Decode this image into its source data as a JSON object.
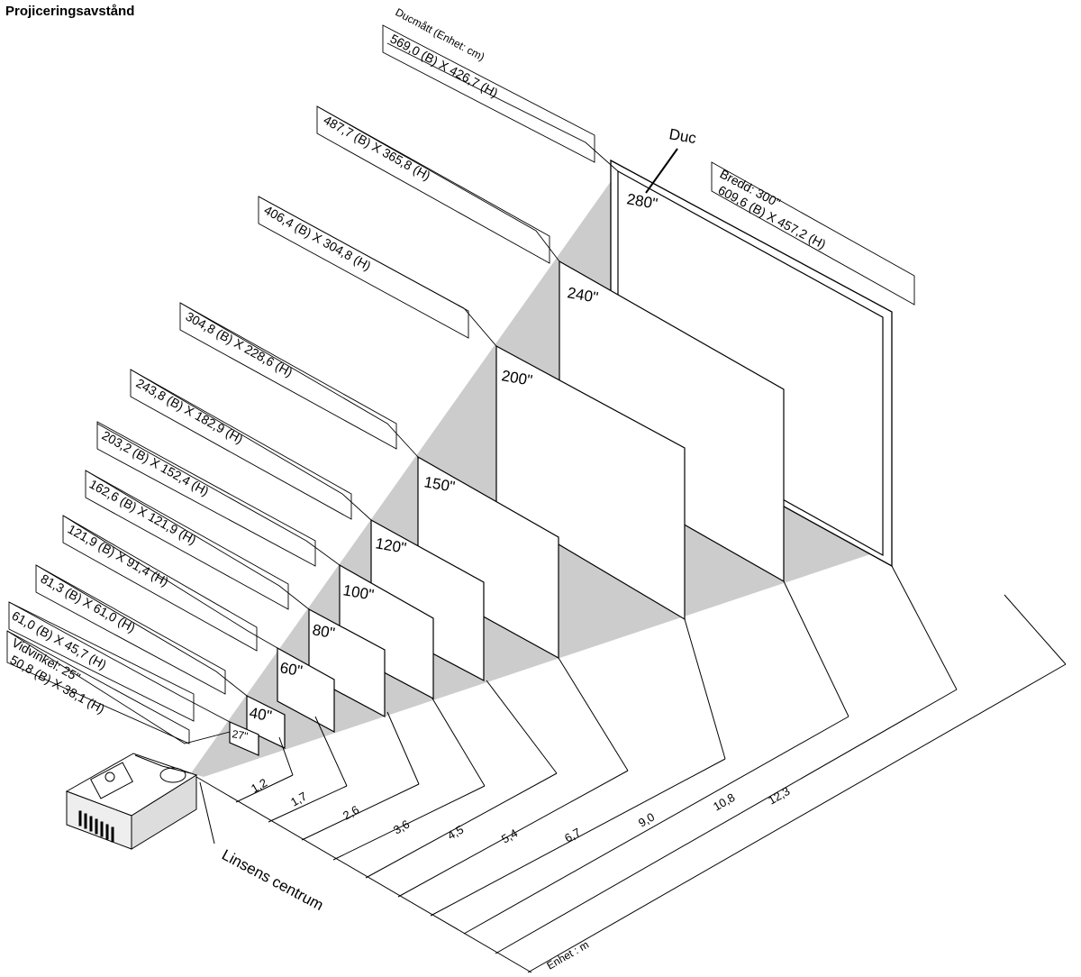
{
  "title": "Projiceringsavstånd",
  "unit_screen_label": "Ducmått (Enhet: cm)",
  "screen_label": "Duc",
  "lens_center_label": "Linsens centrum",
  "distance_unit_label": "Enhet : m",
  "screens": [
    {
      "size": "27\"",
      "dims": "50,8 (B) X 38,1 (H)",
      "extra": "Vidvinkel: 25\"",
      "distance": "1,2"
    },
    {
      "size": "40\"",
      "dims": "61,0 (B) X 45,7 (H)",
      "distance": "1,7"
    },
    {
      "size": "60\"",
      "dims": "81,3 (B) X 61,0 (H)",
      "distance": "2,6"
    },
    {
      "size": "80\"",
      "dims": "121,9 (B) X 91,4 (H)",
      "distance": "3,6"
    },
    {
      "size": "100\"",
      "dims": "162,6 (B) X 121,9 (H)",
      "distance": "4,5"
    },
    {
      "size": "120\"",
      "dims": "203,2 (B) X 152,4 (H)",
      "distance": "5,4"
    },
    {
      "size": "150\"",
      "dims": "243,8 (B) X 182,9 (H)",
      "distance": "6,7"
    },
    {
      "size": "200\"",
      "dims": "304,8 (B) X 228,6 (H)",
      "distance": "9,0"
    },
    {
      "size": "240\"",
      "dims": "406,4 (B) X 304,8 (H)",
      "distance": "10,8"
    },
    {
      "size": "280\"",
      "dims": "487,7 (B) X 365,8 (H)",
      "distance": "12,3"
    }
  ],
  "top_dims": "569,0 (B) X 426,7 (H)",
  "max_screen": {
    "label": "Bredd: 300\"",
    "dims": "609,6 (B) X 457,2 (H)"
  }
}
